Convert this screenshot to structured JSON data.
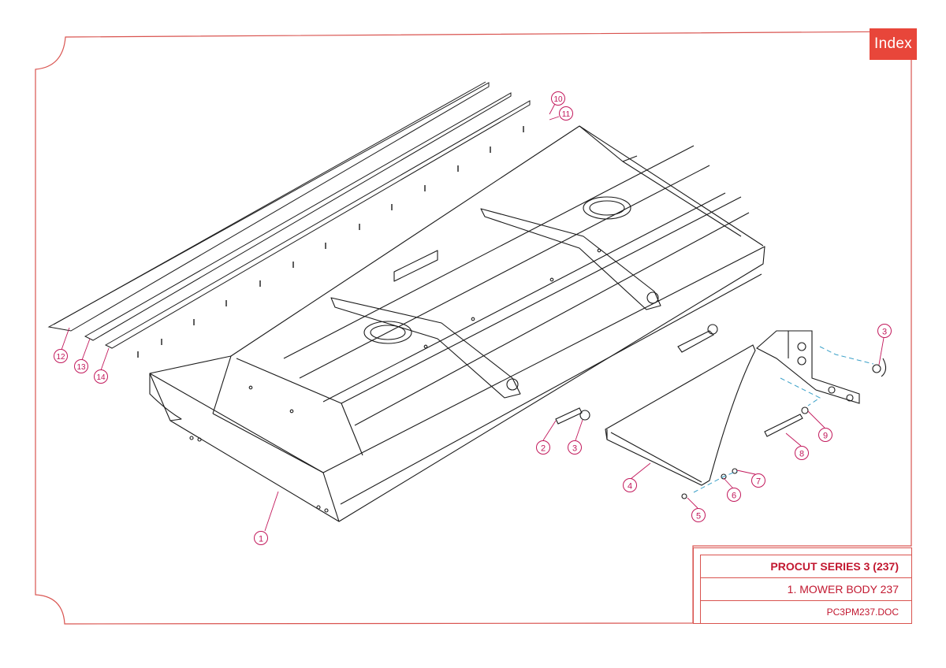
{
  "index_button": {
    "label": "Index"
  },
  "title_block": {
    "series": "PROCUT SERIES 3 (237)",
    "drawing": "1. MOWER BODY 237",
    "doc": "PC3PM237.DOC"
  },
  "callouts": [
    "1",
    "2",
    "3",
    "3",
    "4",
    "5",
    "6",
    "7",
    "8",
    "9",
    "10",
    "11",
    "12",
    "13",
    "14"
  ],
  "colors": {
    "frame": "#d9534f",
    "callout": "#c2185b",
    "index_bg": "#e8463a",
    "leader_blue": "#3aa0c8"
  }
}
